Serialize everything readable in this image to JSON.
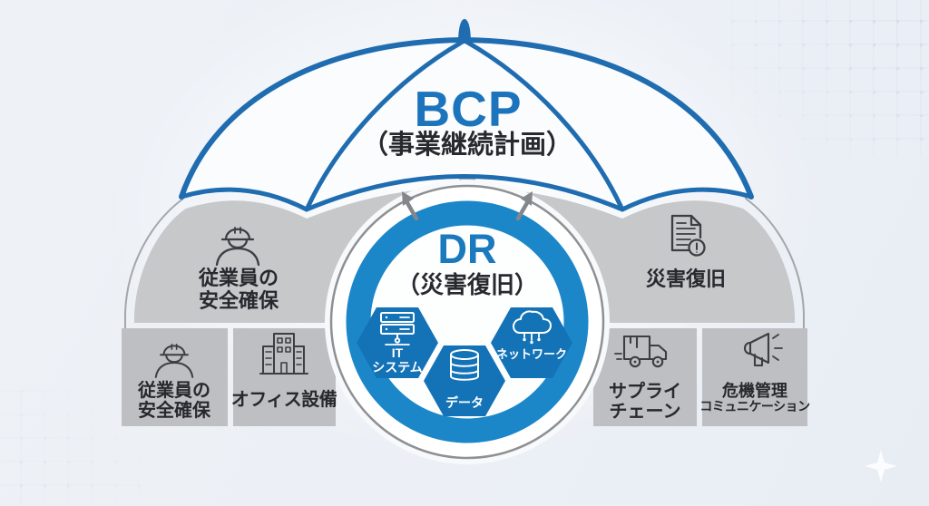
{
  "diagram_title": "BCP / DR umbrella diagram",
  "umbrella": {
    "title": "BCP",
    "subtitle": "（事業継続計画）",
    "color": "#1f6db0"
  },
  "dr_circle": {
    "title": "DR",
    "subtitle": "（災害復旧）",
    "ring_color": "#1b87c9"
  },
  "hexagons": [
    {
      "icon": "server-icon",
      "label_line1": "IT",
      "label_line2": "システム"
    },
    {
      "icon": "database-icon",
      "label_line1": "データ",
      "label_line2": ""
    },
    {
      "icon": "cloud-network-icon",
      "label_line1": "ネットワーク",
      "label_line2": ""
    }
  ],
  "protected_items_top": [
    {
      "icon": "worker-icon",
      "label_line1": "従業員の",
      "label_line2": "安全確保"
    },
    {
      "icon": "document-alert-icon",
      "label_line1": "災害復旧",
      "label_line2": ""
    }
  ],
  "protected_items_bottom": [
    {
      "icon": "worker-icon",
      "label_line1": "従業員の",
      "label_line2": "安全確保"
    },
    {
      "icon": "building-icon",
      "label_line1": "オフィス設備",
      "label_line2": ""
    },
    {
      "icon": "truck-icon",
      "label_line1": "サプライ",
      "label_line2": "チェーン"
    },
    {
      "icon": "megaphone-icon",
      "label_line1": "危機管理",
      "label_line2": "コミュニケーション"
    }
  ],
  "colors": {
    "umbrella_blue": "#1f6db0",
    "ring_blue": "#1b87c9",
    "hexagon_blue": "#1473b7",
    "title_blue": "#1b74bc",
    "panel_gray": "#c6c8ca",
    "box_gray": "#bdbfc2",
    "icon_gray": "#3b3e42",
    "text_dark": "#26292e",
    "background": "#eef1f6"
  }
}
